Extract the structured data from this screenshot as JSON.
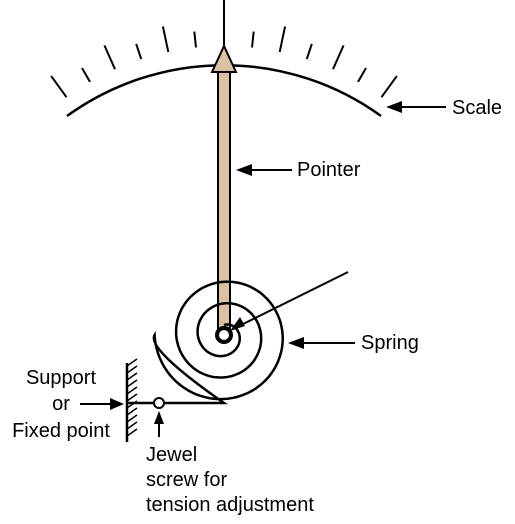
{
  "labels": {
    "scale": "Scale",
    "pointer": "Pointer",
    "spring": "Spring",
    "support_line1": "Support",
    "support_line2": "or",
    "support_line3": "Fixed point",
    "jewel_line1": "Jewel",
    "jewel_line2": "screw for",
    "jewel_line3": "tension adjustment"
  },
  "colors": {
    "ink": "#000000",
    "pointer_fill": "#d9c2a3",
    "background": "#ffffff"
  }
}
